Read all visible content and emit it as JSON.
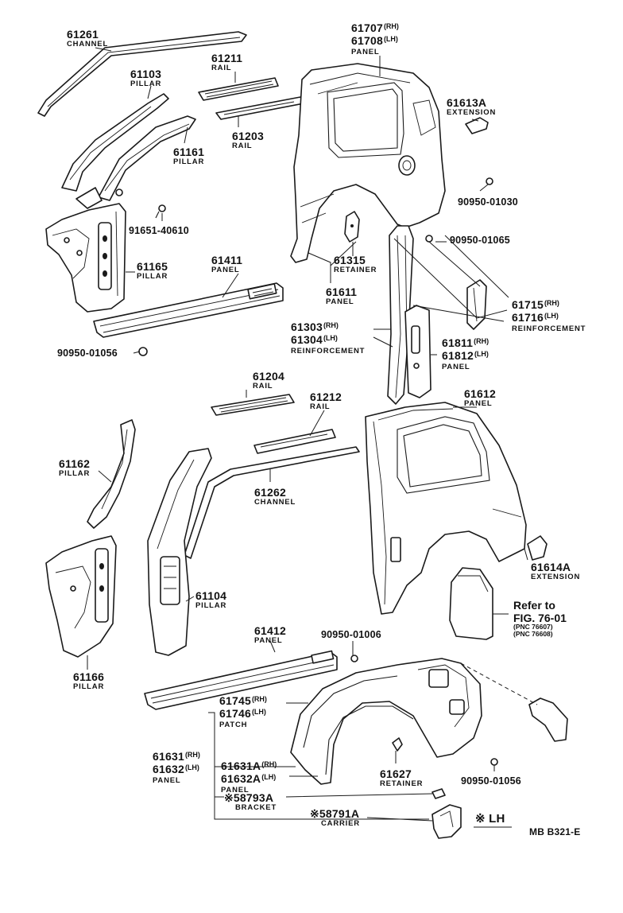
{
  "labels": {
    "p61261": {
      "num": "61261",
      "name": "CHANNEL"
    },
    "p61103": {
      "num": "61103",
      "name": "PILLAR"
    },
    "p61211": {
      "num": "61211",
      "name": "RAIL"
    },
    "p61203": {
      "num": "61203",
      "name": "RAIL"
    },
    "p61161": {
      "num": "61161",
      "name": "PILLAR"
    },
    "p91651": {
      "num": "91651-40610"
    },
    "p61165": {
      "num": "61165",
      "name": "PILLAR"
    },
    "p61411": {
      "num": "61411",
      "name": "PANEL"
    },
    "p90950_01056a": {
      "num": "90950-01056"
    },
    "p61707": {
      "num": "61707",
      "sfx": "(RH)"
    },
    "p61708": {
      "num": "61708",
      "sfx": "(LH)",
      "name": "PANEL"
    },
    "p61613A": {
      "num": "61613A",
      "name": "EXTENSION"
    },
    "p90950_01030": {
      "num": "90950-01030"
    },
    "p90950_01065": {
      "num": "90950-01065"
    },
    "p61315": {
      "num": "61315",
      "name": "RETAINER"
    },
    "p61611": {
      "num": "61611",
      "name": "PANEL"
    },
    "p61715": {
      "num": "61715",
      "sfx": "(RH)"
    },
    "p61716": {
      "num": "61716",
      "sfx": "(LH)",
      "name": "REINFORCEMENT"
    },
    "p61303": {
      "num": "61303",
      "sfx": "(RH)"
    },
    "p61304": {
      "num": "61304",
      "sfx": "(LH)",
      "name": "REINFORCEMENT"
    },
    "p61811": {
      "num": "61811",
      "sfx": "(RH)"
    },
    "p61812": {
      "num": "61812",
      "sfx": "(LH)",
      "name": "PANEL"
    },
    "p61204": {
      "num": "61204",
      "name": "RAIL"
    },
    "p61212": {
      "num": "61212",
      "name": "RAIL"
    },
    "p61612": {
      "num": "61612",
      "name": "PANEL"
    },
    "p61162": {
      "num": "61162",
      "name": "PILLAR"
    },
    "p61262": {
      "num": "61262",
      "name": "CHANNEL"
    },
    "p61104": {
      "num": "61104",
      "name": "PILLAR"
    },
    "p61614A": {
      "num": "61614A",
      "name": "EXTENSION"
    },
    "refer": {
      "line1": "Refer to",
      "line2": "FIG. 76-01",
      "line3": "(PNC 76607)",
      "line4": "(PNC 76608)"
    },
    "p61166": {
      "num": "61166",
      "name": "PILLAR"
    },
    "p61412": {
      "num": "61412",
      "name": "PANEL"
    },
    "p90950_01006": {
      "num": "90950-01006"
    },
    "p61745": {
      "num": "61745",
      "sfx": "(RH)"
    },
    "p61746": {
      "num": "61746",
      "sfx": "(LH)",
      "name": "PATCH"
    },
    "p61631": {
      "num": "61631",
      "sfx": "(RH)"
    },
    "p61632": {
      "num": "61632",
      "sfx": "(LH)",
      "name": "PANEL"
    },
    "p61631A": {
      "num": "61631A",
      "sfx": "(RH)"
    },
    "p61632A": {
      "num": "61632A",
      "sfx": "(LH)",
      "name": "PANEL"
    },
    "p61627": {
      "num": "61627",
      "name": "RETAINER"
    },
    "p90950_01056b": {
      "num": "90950-01056"
    },
    "p58793A": {
      "num": "※58793A",
      "name": "BRACKET"
    },
    "p58791A": {
      "num": "※58791A",
      "name": "CARRIER"
    },
    "lh_note": {
      "text": "※ LH"
    },
    "drawing_code": {
      "text": "MB  B321-E"
    }
  }
}
